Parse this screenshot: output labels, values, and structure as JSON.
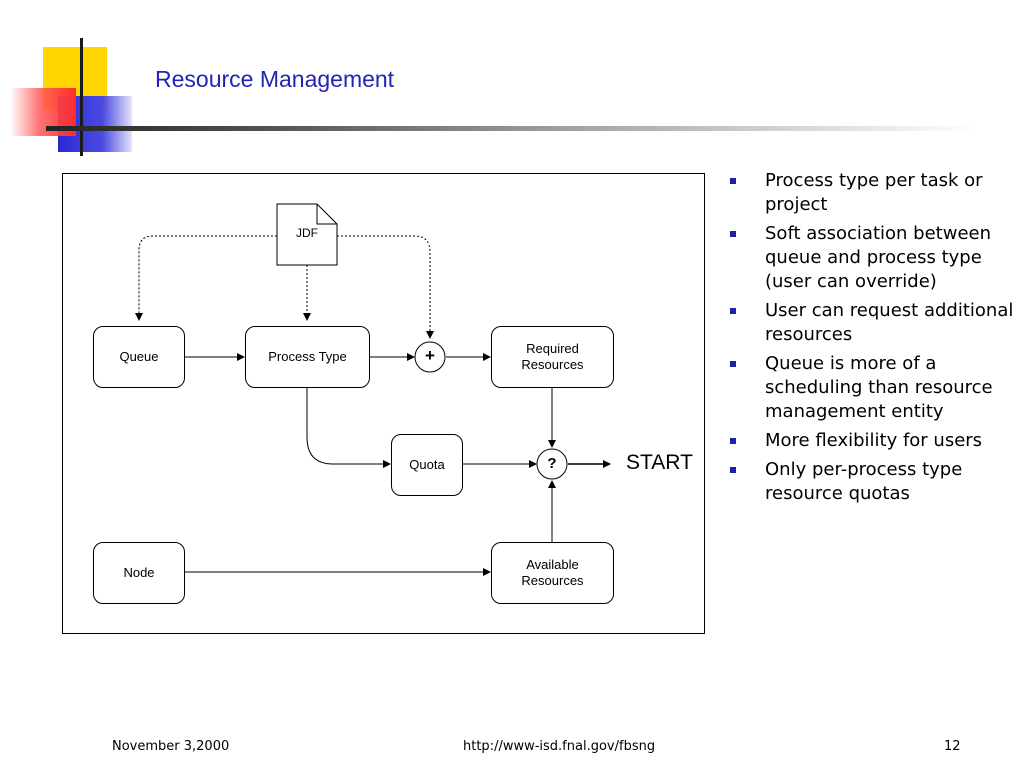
{
  "slide": {
    "title": "Resource Management"
  },
  "diagram": {
    "document": "JDF",
    "nodes": {
      "queue": "Queue",
      "process_type": "Process Type",
      "required_resources": "Required\nResources",
      "quota": "Quota",
      "node": "Node",
      "available_resources": "Available\nResources"
    },
    "combine_symbol": "+",
    "decision_symbol": "?",
    "start": "START"
  },
  "bullets": [
    "Process type per task or project",
    "Soft association between queue and process type (user can override)",
    "User can request additional resources",
    "Queue is more of a scheduling than resource management entity",
    "More flexibility for users",
    "Only per-process type resource quotas"
  ],
  "footer": {
    "date": "November 3,2000",
    "url": "http://www-isd.fnal.gov/fbsng",
    "page": "12"
  },
  "colors": {
    "title": "#2323b8",
    "bullet": "#1f1fa8",
    "accent_yellow": "#ffd400",
    "accent_red": "#ff2d2d",
    "accent_blue": "#2a2ad4"
  }
}
